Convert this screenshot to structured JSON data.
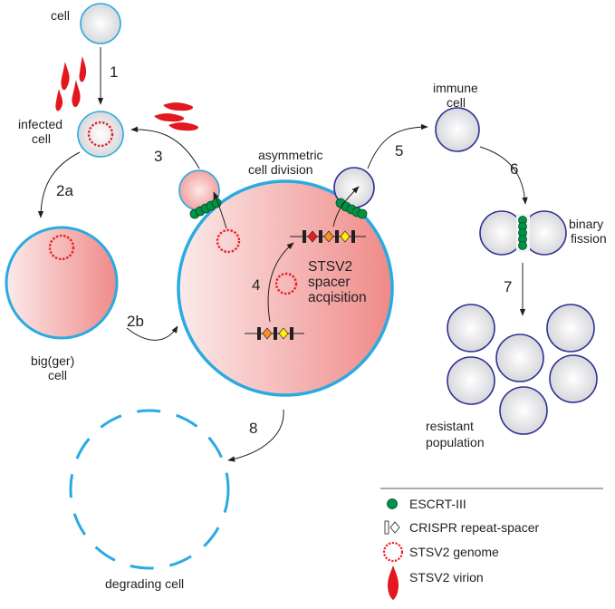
{
  "labels": {
    "cell": "cell",
    "infected_cell_1": "infected",
    "infected_cell_2": "cell",
    "big_cell_1": "big(ger)",
    "big_cell_2": "cell",
    "asym_1": "asymmetric",
    "asym_2": "cell division",
    "immune_1": "immune",
    "immune_2": "cell",
    "binary_1": "binary",
    "binary_2": "fission",
    "stsv2_1": "STSV2",
    "stsv2_2": "spacer",
    "stsv2_3": "acqisition",
    "resistant_1": "resistant",
    "resistant_2": "population",
    "degrading": "degrading cell"
  },
  "steps": {
    "s1": "1",
    "s2a": "2a",
    "s2b": "2b",
    "s3": "3",
    "s4": "4",
    "s5": "5",
    "s6": "6",
    "s7": "7",
    "s8": "8"
  },
  "legend": {
    "escrt": "ESCRT-III",
    "crispr": "CRISPR repeat-spacer",
    "genome": "STSV2 genome",
    "virion": "STSV2 virion"
  },
  "colors": {
    "cell_outline_blue": "#29abe2",
    "immune_outline": "#2e3192",
    "infection_red": "#ed1c24",
    "escrt_green": "#009245",
    "crispr_diamond_orange": "#f7931e",
    "crispr_diamond_yellow": "#fff200"
  }
}
